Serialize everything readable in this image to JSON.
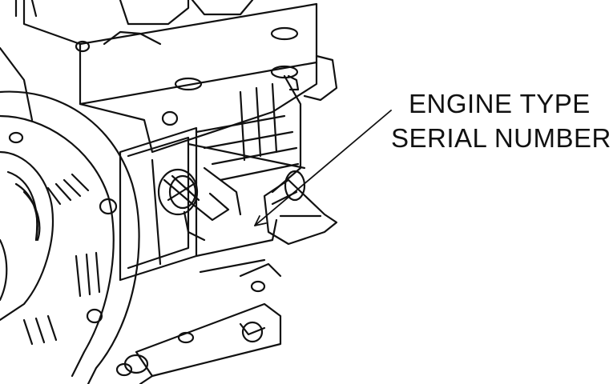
{
  "figure": {
    "callout_lines": [
      "ENGINE TYPE",
      "SERIAL NUMBER"
    ],
    "illustration": "engine-line-drawing",
    "ink_color": "#111111",
    "background_color": "#ffffff"
  }
}
